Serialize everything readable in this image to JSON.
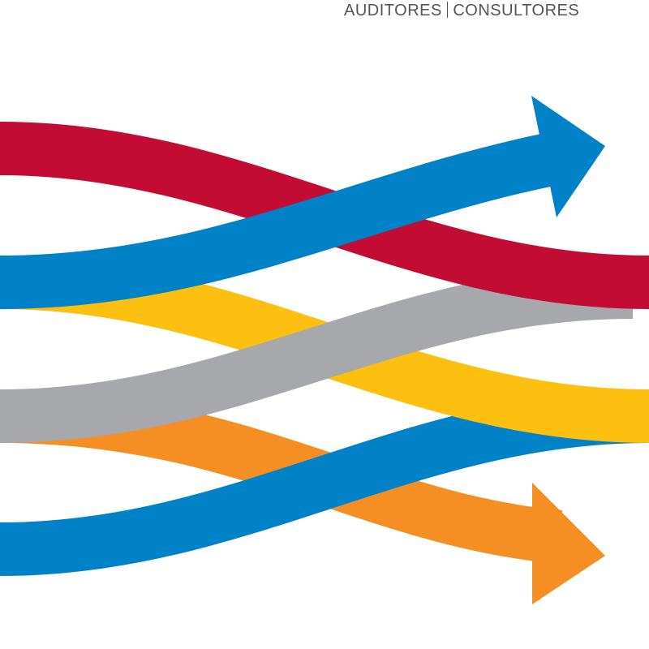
{
  "header": {
    "left_word": "AUDITORES",
    "right_word": "CONSULTORES"
  },
  "colors": {
    "red": "#C30C34",
    "blue": "#0082C8",
    "yellow": "#FDC010",
    "gray": "#A7A8AC",
    "orange": "#F58F23",
    "text": "#555555"
  },
  "graphic": {
    "bands": [
      "red",
      "blue-top-arrow",
      "yellow",
      "gray",
      "orange-arrow",
      "blue-bottom"
    ]
  }
}
